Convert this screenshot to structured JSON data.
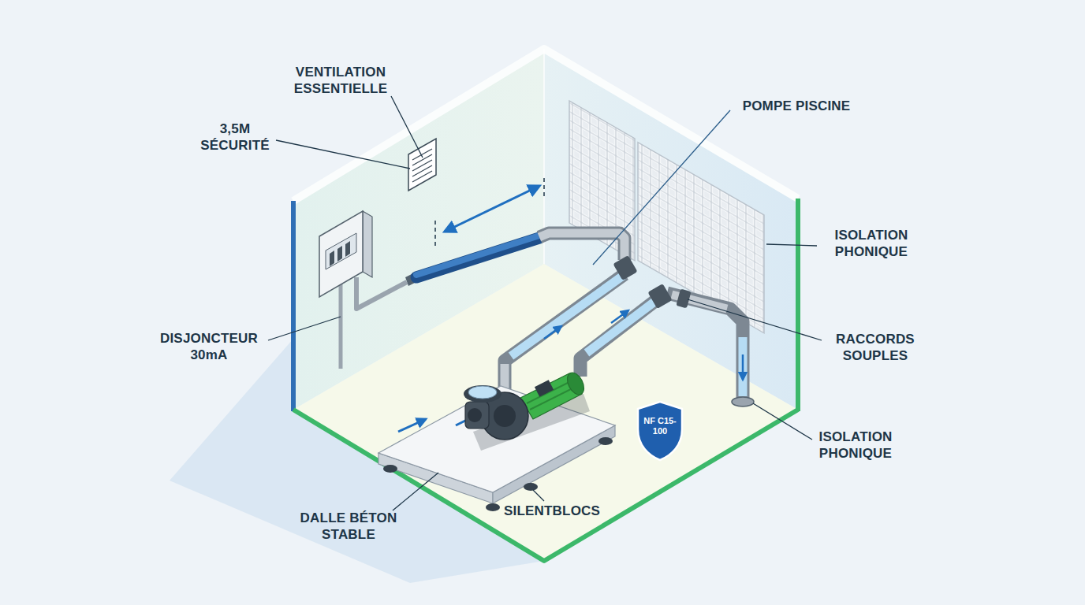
{
  "diagram": {
    "nodes": [
      {
        "text": [
          "NF C15-100"
        ]
      }
    ],
    "labels": [
      "VENTILATION ESSENTIELLE",
      "3,5M SÉCURITÉ",
      "POMPE PISCINE",
      "ISOLATION PHONIQUE",
      "DISJONCTEUR 30mA",
      "RACCORDS SOUPLES",
      "ISOLATION PHONIQUE",
      "SILENTBLOCS",
      "DALLE BÉTON STABLE"
    ]
  }
}
